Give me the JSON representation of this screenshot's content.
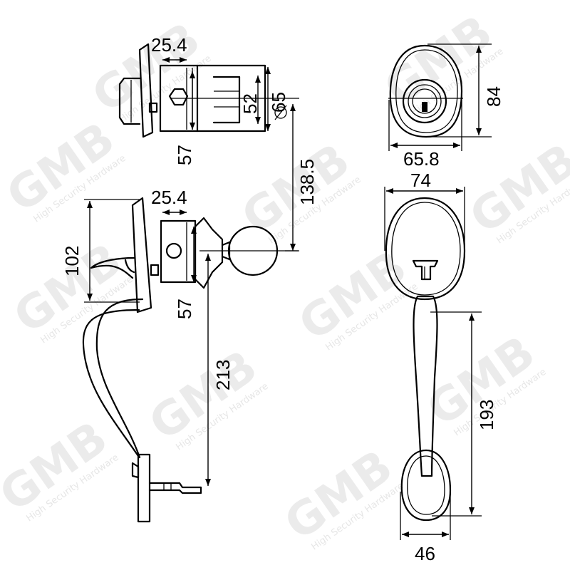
{
  "watermark": {
    "brand": "GMB",
    "tagline": "High Security Hardware"
  },
  "dimensions": {
    "top_side_width": "25.4",
    "top_side_backset": "57",
    "top_side_inner": "52",
    "top_side_outer": "65",
    "center_vertical": "138.5",
    "lower_side_width": "25.4",
    "lower_side_backset": "57",
    "handle_top_height": "102",
    "handle_length": "213",
    "deadbolt_height": "84",
    "deadbolt_width": "65.8",
    "escutcheon_width": "74",
    "handle_front_length": "193",
    "bottom_plate_width": "46"
  },
  "colors": {
    "line": "#000000",
    "watermark": "#dcdcdc"
  }
}
